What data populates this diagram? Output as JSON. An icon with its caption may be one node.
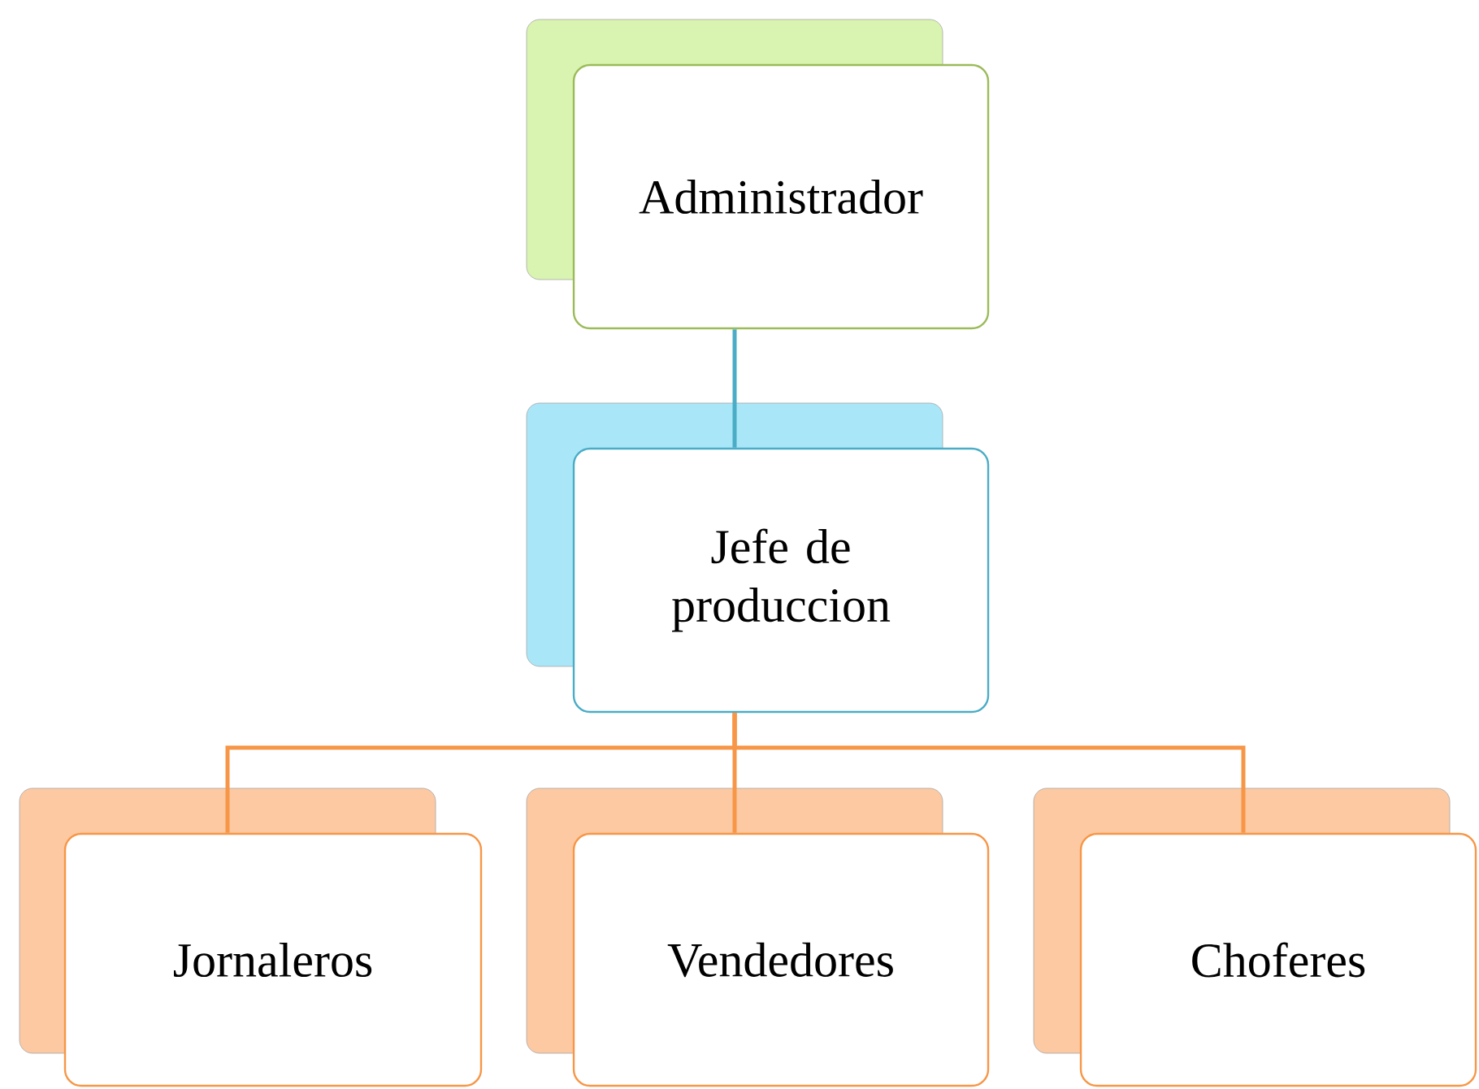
{
  "diagram": {
    "nodes": [
      {
        "text": [
          "Administrador"
        ]
      },
      {
        "text": [
          "Jefe de produccion"
        ]
      },
      {
        "text": [
          "Jornaleros"
        ]
      },
      {
        "text": [
          "Vendedores"
        ]
      },
      {
        "text": [
          "Choferes"
        ]
      }
    ],
    "edges": [
      {
        "from": 0,
        "to": 1,
        "arrow": "none",
        "color": "#4bacc6"
      },
      {
        "from": 1,
        "to": 2,
        "arrow": "none"
      },
      {
        "from": 1,
        "to": 3,
        "arrow": "none"
      },
      {
        "from": 1,
        "to": 4,
        "arrow": "none"
      }
    ]
  }
}
